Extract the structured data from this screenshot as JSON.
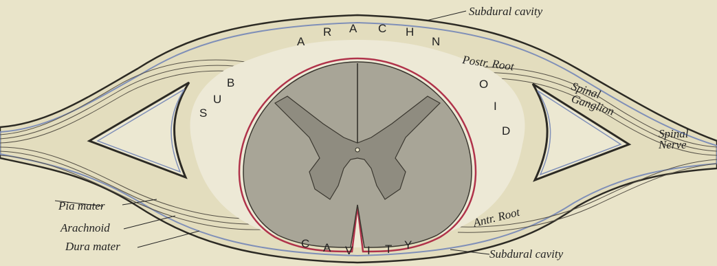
{
  "labels": {
    "subdural_cavity_top": "Subdural cavity",
    "subdural_cavity_bottom": "Subdural cavity",
    "postr_root": "Postr. Root",
    "antr_root": "Antr. Root",
    "spinal_ganglion_1": "Spinal",
    "spinal_ganglion_2": "Ganglion",
    "spinal_nerve_1": "Spinal",
    "spinal_nerve_2": "Nerve",
    "pia_mater": "Pia mater",
    "arachnoid": "Arachnoid",
    "dura_mater": "Dura mater"
  },
  "cavity_letters": {
    "arachnoid_word": [
      "A",
      "R",
      "A",
      "C",
      "H",
      "N",
      "O",
      "I",
      "D"
    ],
    "sub_word": [
      "S",
      "U",
      "B"
    ],
    "cavity_word": [
      "C",
      "A",
      "V",
      "I",
      "T",
      "Y"
    ]
  },
  "colors": {
    "background": "#e9e4c9",
    "cord": "#a8a597",
    "grey_matter": "#8f8c80",
    "pia": "#b0324a",
    "arachnoid": "#7f8fb8",
    "dura": "#2c2a24"
  }
}
